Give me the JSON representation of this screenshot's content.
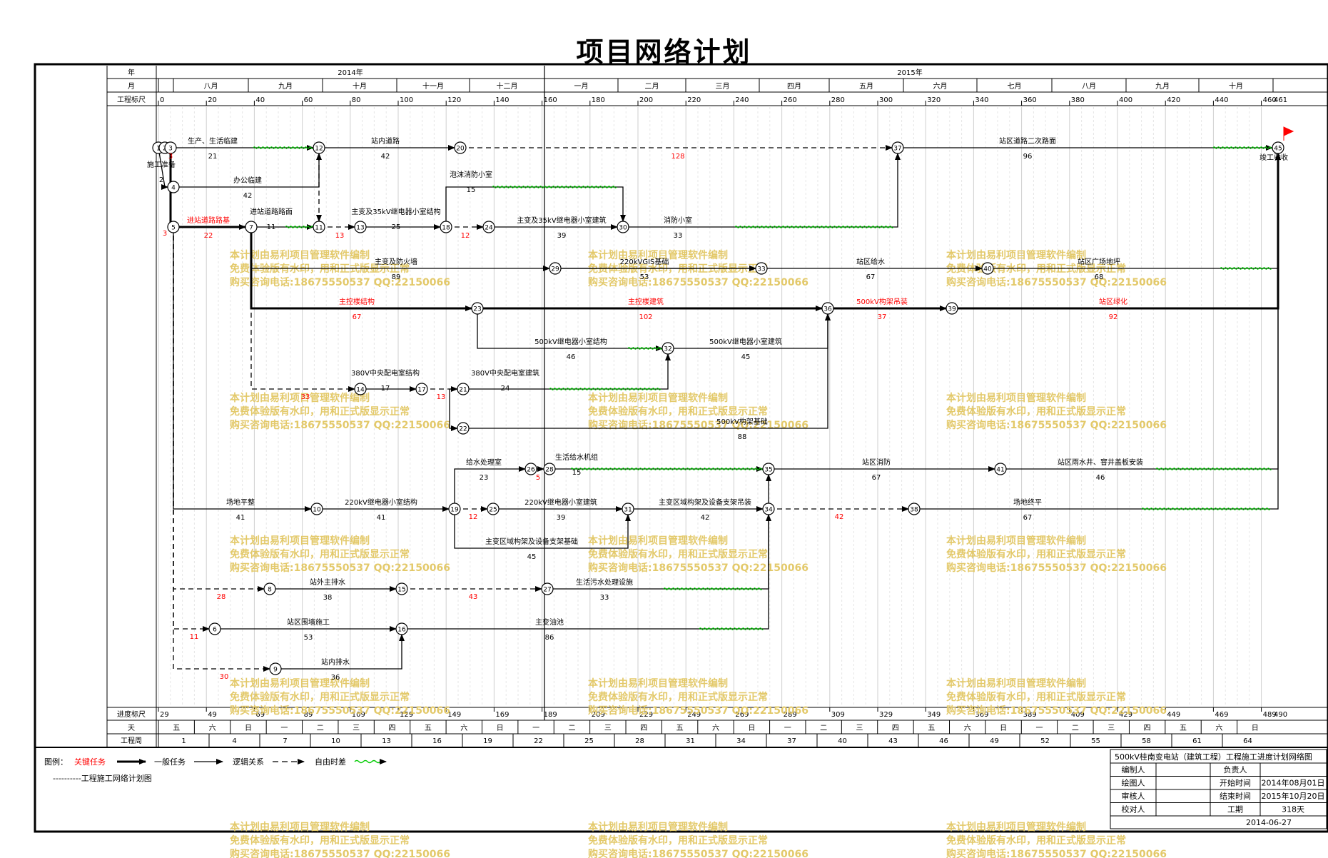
{
  "title": "项目网络计划",
  "header": {
    "row_labels": {
      "year": "年",
      "month": "月",
      "scale": "工程标尺",
      "progress": "进度标尺",
      "day": "天",
      "week": "工程周"
    },
    "years": [
      "2014年",
      "2015年"
    ],
    "months": [
      "八月",
      "九月",
      "十月",
      "十一月",
      "十二月",
      "一月",
      "二月",
      "三月",
      "四月",
      "五月",
      "六月",
      "七月",
      "八月",
      "九月",
      "十月"
    ],
    "scale_ticks": [
      "0",
      "20",
      "40",
      "60",
      "80",
      "100",
      "120",
      "140",
      "160",
      "180",
      "200",
      "220",
      "240",
      "260",
      "280",
      "300",
      "320",
      "340",
      "360",
      "380",
      "400",
      "420",
      "440",
      "460"
    ],
    "scale_end": "461",
    "progress_ticks": [
      "29",
      "49",
      "69",
      "89",
      "109",
      "129",
      "149",
      "169",
      "189",
      "209",
      "229",
      "249",
      "269",
      "289",
      "309",
      "329",
      "349",
      "369",
      "389",
      "409",
      "429",
      "449",
      "469",
      "489"
    ],
    "progress_end": "490",
    "weekdays": [
      "五",
      "六",
      "日",
      "一",
      "二",
      "三",
      "四",
      "五",
      "六",
      "日",
      "一",
      "二",
      "三",
      "四",
      "五",
      "六",
      "日",
      "一",
      "二",
      "三",
      "四",
      "五",
      "六",
      "日",
      "一",
      "二",
      "三",
      "四",
      "五",
      "六",
      "日"
    ],
    "weeks": [
      "1",
      "4",
      "7",
      "10",
      "13",
      "16",
      "19",
      "22",
      "25",
      "28",
      "31",
      "34",
      "37",
      "40",
      "43",
      "46",
      "49",
      "52",
      "55",
      "58",
      "61",
      "64"
    ]
  },
  "nodes": [
    {
      "id": "1"
    },
    {
      "id": "2"
    },
    {
      "id": "3"
    },
    {
      "id": "4"
    },
    {
      "id": "5"
    },
    {
      "id": "6"
    },
    {
      "id": "7"
    },
    {
      "id": "8"
    },
    {
      "id": "9"
    },
    {
      "id": "10"
    },
    {
      "id": "11"
    },
    {
      "id": "12"
    },
    {
      "id": "13"
    },
    {
      "id": "14"
    },
    {
      "id": "15"
    },
    {
      "id": "16"
    },
    {
      "id": "17"
    },
    {
      "id": "18"
    },
    {
      "id": "19"
    },
    {
      "id": "20"
    },
    {
      "id": "21"
    },
    {
      "id": "22"
    },
    {
      "id": "23"
    },
    {
      "id": "24"
    },
    {
      "id": "25"
    },
    {
      "id": "26"
    },
    {
      "id": "27"
    },
    {
      "id": "28"
    },
    {
      "id": "29"
    },
    {
      "id": "30"
    },
    {
      "id": "31"
    },
    {
      "id": "32"
    },
    {
      "id": "33"
    },
    {
      "id": "34"
    },
    {
      "id": "35"
    },
    {
      "id": "36"
    },
    {
      "id": "37"
    },
    {
      "id": "38"
    },
    {
      "id": "39"
    },
    {
      "id": "40"
    },
    {
      "id": "41"
    },
    {
      "id": "45"
    }
  ],
  "tasks": [
    {
      "name": "生产、生活临建",
      "duration": "21",
      "critical": false
    },
    {
      "name": "站内道路",
      "duration": "42",
      "critical": false
    },
    {
      "name": "站区道路二次路面",
      "duration": "96",
      "critical": false
    },
    {
      "name": "办公临建",
      "duration": "42",
      "critical": false
    },
    {
      "name": "泡沫消防小室",
      "duration": "15",
      "critical": false
    },
    {
      "name": "进站道路路基",
      "duration": "22",
      "critical": true
    },
    {
      "name": "进站道路路面",
      "duration": "11",
      "critical": false
    },
    {
      "name": "主变及35kV继电器小室结构",
      "duration": "25",
      "critical": false
    },
    {
      "name": "主变及35kV继电器小室建筑",
      "duration": "39",
      "critical": false
    },
    {
      "name": "消防小室",
      "duration": "33",
      "critical": false
    },
    {
      "name": "主变及防火墙",
      "duration": "89",
      "critical": false
    },
    {
      "name": "220kVGIS基础",
      "duration": "53",
      "critical": false
    },
    {
      "name": "站区给水",
      "duration": "67",
      "critical": false
    },
    {
      "name": "站区广场地坪",
      "duration": "68",
      "critical": false
    },
    {
      "name": "主控楼结构",
      "duration": "67",
      "critical": true
    },
    {
      "name": "主控楼建筑",
      "duration": "102",
      "critical": true
    },
    {
      "name": "500kV构架吊装",
      "duration": "37",
      "critical": true
    },
    {
      "name": "站区绿化",
      "duration": "92",
      "critical": true
    },
    {
      "name": "500kV继电器小室结构",
      "duration": "46",
      "critical": false
    },
    {
      "name": "500kV继电器小室建筑",
      "duration": "45",
      "critical": false
    },
    {
      "name": "380V中央配电室结构",
      "duration": "17",
      "critical": false
    },
    {
      "name": "380V中央配电室建筑",
      "duration": "24",
      "critical": false
    },
    {
      "name": "500kV构架基础",
      "duration": "88",
      "critical": false
    },
    {
      "name": "给水处理室",
      "duration": "23",
      "critical": false
    },
    {
      "name": "生活给水机组",
      "duration": "15",
      "critical": false
    },
    {
      "name": "站区消防",
      "duration": "67",
      "critical": false
    },
    {
      "name": "站区雨水井、窨井盖板安装",
      "duration": "46",
      "critical": false
    },
    {
      "name": "场地平整",
      "duration": "41",
      "critical": false
    },
    {
      "name": "220kV继电器小室结构",
      "duration": "41",
      "critical": false
    },
    {
      "name": "220kV继电器小室建筑",
      "duration": "39",
      "critical": false
    },
    {
      "name": "主变区域构架及设备支架吊装",
      "duration": "42",
      "critical": false
    },
    {
      "name": "场地终平",
      "duration": "67",
      "critical": false
    },
    {
      "name": "主变区域构架及设备支架基础",
      "duration": "45",
      "critical": false
    },
    {
      "name": "站外主排水",
      "duration": "38",
      "critical": false
    },
    {
      "name": "生活污水处理设施",
      "duration": "33",
      "critical": false
    },
    {
      "name": "站区围墙施工",
      "duration": "53",
      "critical": false
    },
    {
      "name": "主变油池",
      "duration": "86",
      "critical": false
    },
    {
      "name": "站内排水",
      "duration": "36",
      "critical": false
    },
    {
      "name": "施工准备",
      "duration": "2",
      "critical": false
    },
    {
      "name": "竣工验收",
      "duration": "",
      "critical": false
    }
  ],
  "dummies": [
    "3",
    "3",
    "128",
    "13",
    "12",
    "33",
    "13",
    "5",
    "12",
    "42",
    "28",
    "43",
    "11",
    "30"
  ],
  "watermark": [
    "本计划由易利项目管理软件编制",
    "免费体验版有水印，用和正式版显示正常",
    "购买咨询电话:18675550537 QQ:22150066"
  ],
  "legend": {
    "label": "图例：",
    "critical": "关键任务",
    "normal": "一般任务",
    "logic": "逻辑关系",
    "float": "自由时差",
    "caption": "----------工程施工网络计划图"
  },
  "title_block": {
    "project": "500kV桂南变电站（建筑工程）工程施工进度计划网络图",
    "rows": [
      {
        "l": "编制人",
        "v": "",
        "l2": "负责人",
        "v2": ""
      },
      {
        "l": "绘图人",
        "v": "",
        "l2": "开始时间",
        "v2": "2014年08月01日"
      },
      {
        "l": "审核人",
        "v": "",
        "l2": "结束时间",
        "v2": "2015年10月20日"
      },
      {
        "l": "校对人",
        "v": "",
        "l2": "工期",
        "v2": "318天"
      }
    ],
    "date": "2014-06-27"
  },
  "colors": {
    "critical": "#ff0000",
    "normal": "#000000",
    "float": "#00cc00",
    "watermark": "#e3c96a",
    "grid": "#d8d8d8"
  }
}
